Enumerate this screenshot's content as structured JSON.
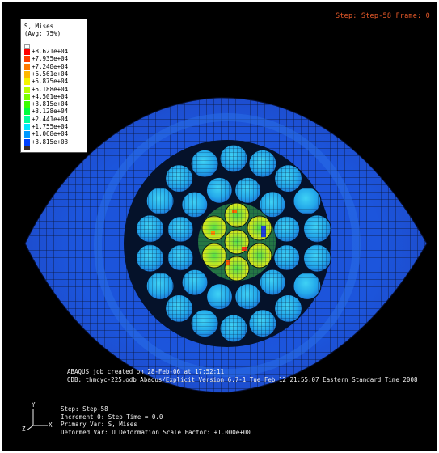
{
  "legend": {
    "title": "S, Mises",
    "averaging": "(Avg: 75%)",
    "entries": [
      {
        "value": "+8.621e+04",
        "color": "#ff0000"
      },
      {
        "value": "+7.935e+04",
        "color": "#ff3d00"
      },
      {
        "value": "+7.248e+04",
        "color": "#ff7a00"
      },
      {
        "value": "+6.561e+04",
        "color": "#ffb800"
      },
      {
        "value": "+5.875e+04",
        "color": "#f5f500"
      },
      {
        "value": "+5.188e+04",
        "color": "#b8ff00"
      },
      {
        "value": "+4.501e+04",
        "color": "#7aff00"
      },
      {
        "value": "+3.815e+04",
        "color": "#3dff00"
      },
      {
        "value": "+3.128e+04",
        "color": "#00ff3d"
      },
      {
        "value": "+2.441e+04",
        "color": "#00ff9c"
      },
      {
        "value": "+1.755e+04",
        "color": "#00e5ff"
      },
      {
        "value": "+1.068e+04",
        "color": "#0099ff"
      },
      {
        "value": "+3.815e+03",
        "color": "#0040ff"
      }
    ],
    "top_swatch_color": "#ffffff",
    "bottom_swatch_color": "#3a2a2a"
  },
  "header": {
    "step_frame": "Step: Step-58  Frame: 0"
  },
  "job_info": {
    "line1": "ABAQUS job created on 28-Feb-06 at 17:52:11",
    "line2": "ODB: thmcyc-225.odb   Abaqus/Explicit Version 6.7-1   Tue Feb 12 21:55:07 Eastern Standard Time 2008"
  },
  "step_info": {
    "line1": "Step: Step-58",
    "line2": "Increment      0: Step Time =  0.0",
    "line3": "Primary Var: S, Mises",
    "line4": "Deformed Var: U   Deformation Scale Factor: +1.000e+00"
  },
  "triad": {
    "x_label": "X",
    "y_label": "Y",
    "z_label": "Z"
  },
  "colors": {
    "background": "#000000",
    "mesh_line": "#101830",
    "outer_blue": "#1a4fd8",
    "strand_cyan": "#2ec4f0",
    "core_yellow": "#d8e820",
    "core_green": "#4ee05a",
    "header_text": "#e85a2a"
  }
}
